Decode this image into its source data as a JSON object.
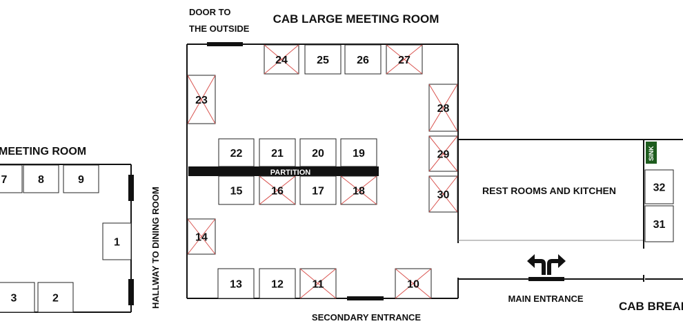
{
  "labels": {
    "door_to_outside_line1": "DOOR TO",
    "door_to_outside_line2": "THE OUTSIDE",
    "large_room_title": "CAB LARGE MEETING ROOM",
    "small_room_title": "MEETING ROOM",
    "partition": "PARTITION",
    "hallway": "HALLWAY TO DINING ROOM",
    "rest_rooms": "REST ROOMS AND KITCHEN",
    "sink": "SINK",
    "main_entrance": "MAIN ENTRANCE",
    "secondary_entrance": "SECONDARY ENTRANCE",
    "breakroom": "CAB BREAK"
  },
  "booths": [
    {
      "id": "7",
      "crossed": false
    },
    {
      "id": "8",
      "crossed": false
    },
    {
      "id": "9",
      "crossed": false
    },
    {
      "id": "1",
      "crossed": false
    },
    {
      "id": "3",
      "crossed": false
    },
    {
      "id": "2",
      "crossed": false
    },
    {
      "id": "24",
      "crossed": true
    },
    {
      "id": "25",
      "crossed": false
    },
    {
      "id": "26",
      "crossed": false
    },
    {
      "id": "27",
      "crossed": true
    },
    {
      "id": "23",
      "crossed": true
    },
    {
      "id": "28",
      "crossed": true
    },
    {
      "id": "22",
      "crossed": false
    },
    {
      "id": "21",
      "crossed": false
    },
    {
      "id": "20",
      "crossed": false
    },
    {
      "id": "19",
      "crossed": false
    },
    {
      "id": "29",
      "crossed": true
    },
    {
      "id": "15",
      "crossed": false
    },
    {
      "id": "16",
      "crossed": true
    },
    {
      "id": "17",
      "crossed": false
    },
    {
      "id": "18",
      "crossed": true
    },
    {
      "id": "30",
      "crossed": true
    },
    {
      "id": "14",
      "crossed": true
    },
    {
      "id": "13",
      "crossed": false
    },
    {
      "id": "12",
      "crossed": false
    },
    {
      "id": "11",
      "crossed": true
    },
    {
      "id": "10",
      "crossed": true
    },
    {
      "id": "32",
      "crossed": false
    },
    {
      "id": "31",
      "crossed": false
    }
  ],
  "colors": {
    "cross": "#d9534f",
    "sink_bg": "#1e5c1e",
    "wall": "#111111"
  }
}
